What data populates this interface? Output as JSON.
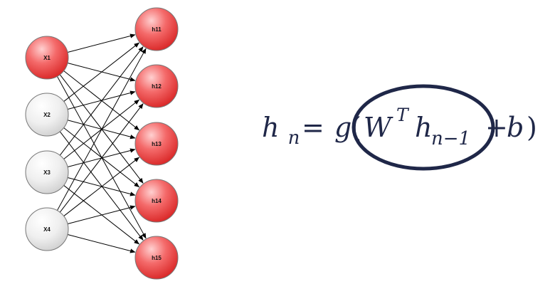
{
  "network": {
    "inputs": [
      {
        "label": "X1",
        "state": "active"
      },
      {
        "label": "X2",
        "state": "inactive"
      },
      {
        "label": "X3",
        "state": "inactive"
      },
      {
        "label": "X4",
        "state": "inactive"
      }
    ],
    "hidden": [
      {
        "label": "h11",
        "state": "active"
      },
      {
        "label": "h12",
        "state": "active"
      },
      {
        "label": "h13",
        "state": "active"
      },
      {
        "label": "h14",
        "state": "active"
      },
      {
        "label": "h15",
        "state": "active"
      }
    ],
    "connections": "fully-connected",
    "colors": {
      "active_fill": "#ee3a3a",
      "active_highlight": "#ffd0d0",
      "inactive_fill": "#e4e4e4",
      "inactive_highlight": "#ffffff",
      "edge": "#000000",
      "node_stroke": "#777777"
    }
  },
  "formula": {
    "lhs": "h",
    "lhs_sub": "n",
    "equals": "=",
    "func": "g",
    "open_paren": "(",
    "weight": "W",
    "weight_sup": "T",
    "prev": "h",
    "prev_sub": "n−1",
    "plus": "+",
    "bias": "b",
    "close_paren": ")",
    "highlight": "ellipse-around-W^T h_{n-1}",
    "highlight_color": "#1f2748"
  }
}
